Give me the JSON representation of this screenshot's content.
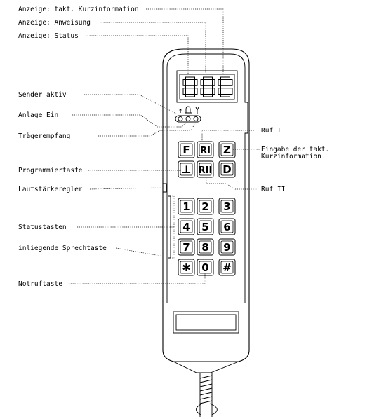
{
  "labels": {
    "display_short_info": "Anzeige: takt. Kurzinformation",
    "display_instruction": "Anzeige: Anweisung",
    "display_status": "Anzeige: Status",
    "transmitter_active": "Sender aktiv",
    "system_on": "Anlage Ein",
    "carrier_reception": "Trägerempfang",
    "programming_key": "Programmiertaste",
    "volume_control": "Lautstärkeregler",
    "status_keys": "Statustasten",
    "talk_key": "inliegende Sprechtaste",
    "emergency_key": "Notruftaste",
    "call_1": "Ruf I",
    "call_2": "Ruf II",
    "short_info_entry_line1": "Eingabe der takt.",
    "short_info_entry_line2": "Kurzinformation"
  },
  "keys": {
    "function_row1": [
      "F",
      "RI",
      "Z"
    ],
    "function_row2": [
      "⊥",
      "RII",
      "D"
    ],
    "numpad": [
      [
        "1",
        "2",
        "3"
      ],
      [
        "4",
        "5",
        "6"
      ],
      [
        "7",
        "8",
        "9"
      ],
      [
        "✱",
        "0",
        "#"
      ]
    ]
  },
  "display": {
    "digits": "888"
  }
}
